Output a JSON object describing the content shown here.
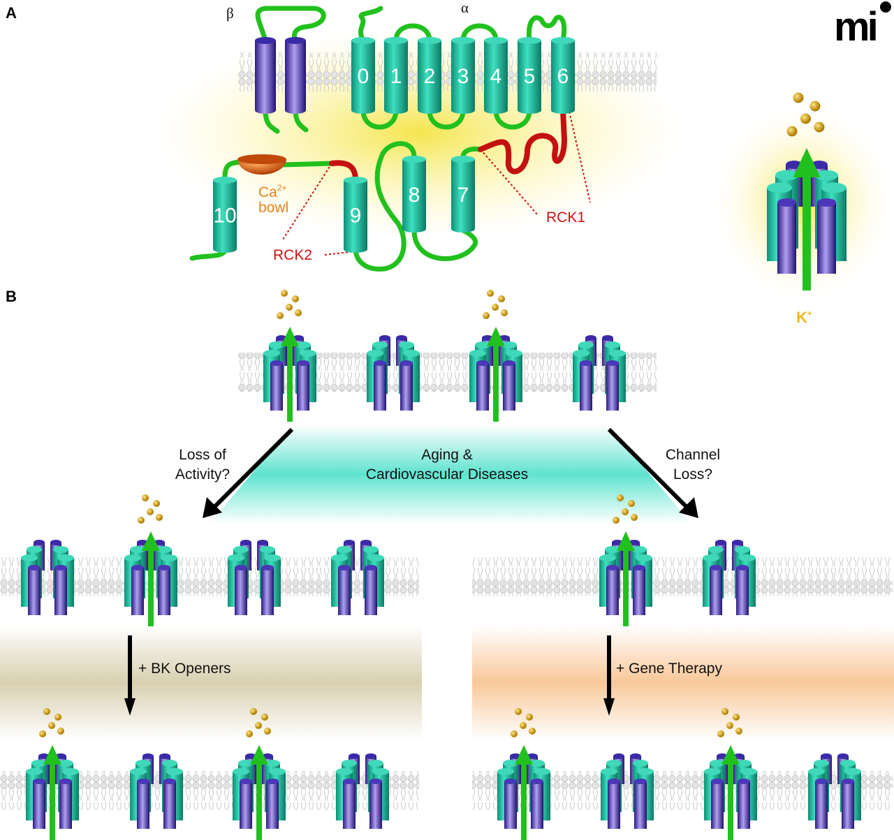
{
  "panel_a": {
    "letter": "A",
    "beta_label": "β",
    "alpha_label": "α",
    "helix_numbers": [
      "0",
      "1",
      "2",
      "3",
      "4",
      "5",
      "6",
      "7",
      "8",
      "9",
      "10"
    ],
    "ca_bowl_line1": "Ca",
    "ca_bowl_sup": "2+",
    "ca_bowl_line2": "bowl",
    "rck1": "RCK1",
    "rck2": "RCK2",
    "ion_label": "K",
    "ion_sup": "+",
    "logo_text": "mi"
  },
  "panel_b": {
    "letter": "B",
    "left_arrow_line1": "Loss of",
    "left_arrow_line2": "Activity?",
    "center_line1": "Aging &",
    "center_line2": "Cardiovascular Diseases",
    "right_arrow_line1": "Channel",
    "right_arrow_line2": "Loss?",
    "left_treatment": "+ BK Openers",
    "right_treatment": "+ Gene Therapy"
  },
  "colors": {
    "helix_teal": "#1fb89a",
    "beta_purple": "#3a2aa0",
    "loop_green": "#22c01e",
    "rck_red": "#c41010",
    "ion_gold": "#d4a017",
    "ca_bowl_orange": "#e0600a"
  }
}
